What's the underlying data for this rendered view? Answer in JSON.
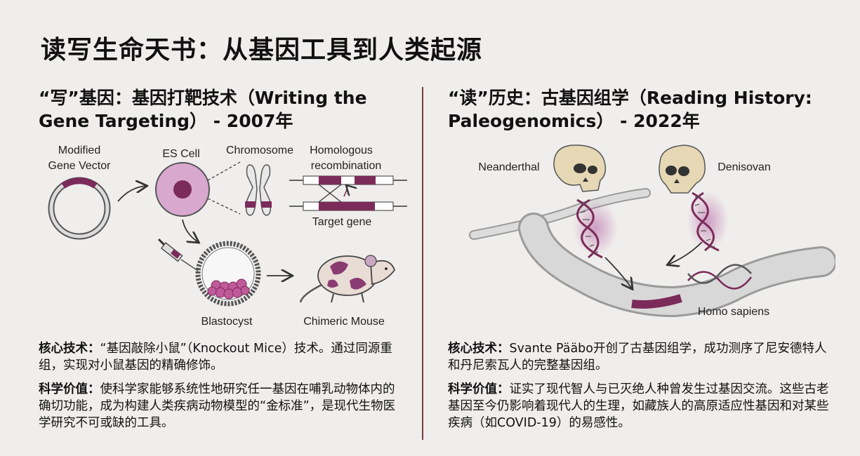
{
  "title": "读写生命天书：从基因工具到人类起源",
  "left": {
    "heading_line1": "“写”基因：基因打靶技术（Writing the",
    "heading_line2": "Gene Targeting） - 2007年",
    "labels": {
      "vector_line1": "Modified",
      "vector_line2": "Gene Vector",
      "es_cell": "ES Cell",
      "chromosome": "Chromosome",
      "homologous_line1": "Homologous",
      "homologous_line2": "recombination",
      "target_gene": "Target gene",
      "blastocyst": "Blastocyst",
      "chimeric_mouse": "Chimeric Mouse"
    },
    "tech_label": "核心技术：",
    "tech_text": "“基因敲除小鼠”（Knockout Mice）技术。通过同源重组，实现对小鼠基因的精确修饰。",
    "value_label": "科学价值：",
    "value_text": "使科学家能够系统性地研究任一基因在哺乳动物体内的确切功能，成为构建人类疾病动物模型的“金标准”，是现代生物医学研究不可或缺的工具。"
  },
  "right": {
    "heading_line1": "“读”历史：古基因组学（Reading History:",
    "heading_line2": "Paleogenomics） - 2022年",
    "labels": {
      "neanderthal": "Neanderthal",
      "denisovan": "Denisovan",
      "homo_sapiens": "Homo sapiens"
    },
    "tech_label": "核心技术：",
    "tech_text": "Svante Pääbo开创了古基因组学，成功测序了尼安德特人和丹尼索瓦人的完整基因组。",
    "value_label": "科学价值：",
    "value_text": "证实了现代智人与已灭绝人种曾发生过基因交流。这些古老基因至今仍影响着现代人的生理，如藏族人的高原适应性基因和对某些疾病（如COVID-19）的易感性。"
  },
  "colors": {
    "accent": "#7b2b5a",
    "accent_light": "#b784a8",
    "background": "#efeeec",
    "divider": "#7a3a3f"
  }
}
